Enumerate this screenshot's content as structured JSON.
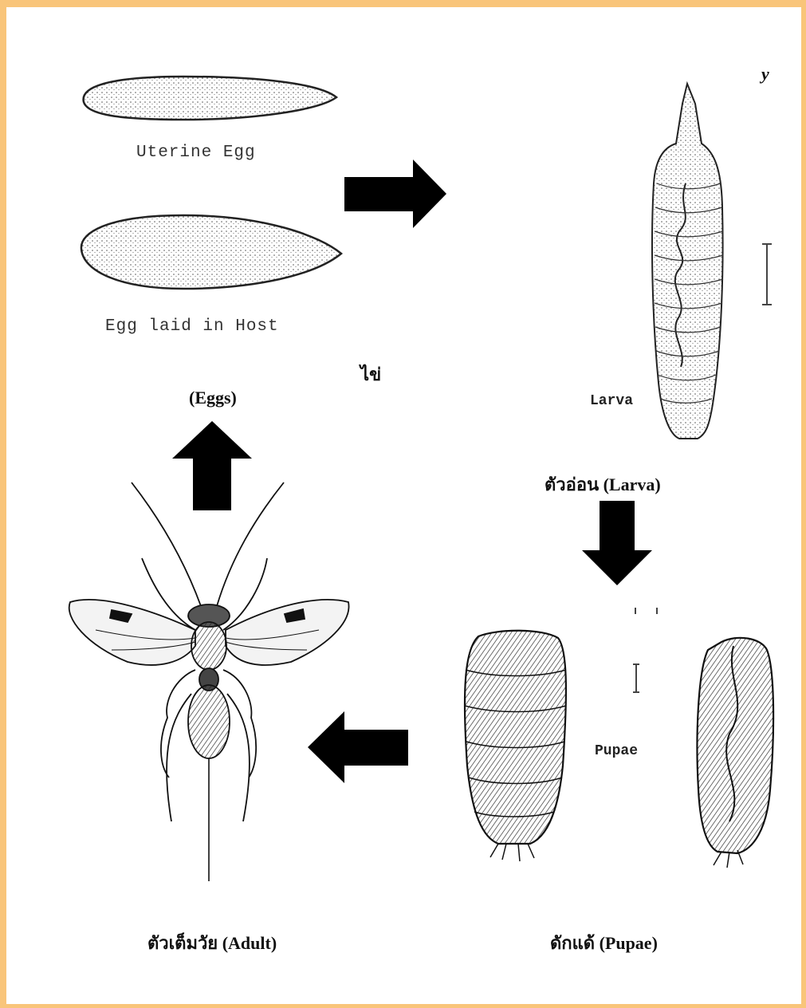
{
  "labels": {
    "uterine_egg": "Uterine Egg",
    "egg_laid_in_host": "Egg laid in Host",
    "eggs_thai": "ไข่",
    "eggs_en": "(Eggs)",
    "larva_small": "Larva",
    "larva_caption": "ตัวอ่อน (Larva)",
    "pupae_small": "Pupae",
    "pupae_caption": "ดักแด้ (Pupae)",
    "adult_caption": "ตัวเต็มวัย (Adult)",
    "corner_mark": "y"
  },
  "colors": {
    "border": "#f9c57a",
    "background": "#ffffff",
    "ink": "#111111"
  },
  "icons": [
    "arrow-right-icon",
    "arrow-down-icon",
    "arrow-left-icon",
    "arrow-up-icon"
  ]
}
